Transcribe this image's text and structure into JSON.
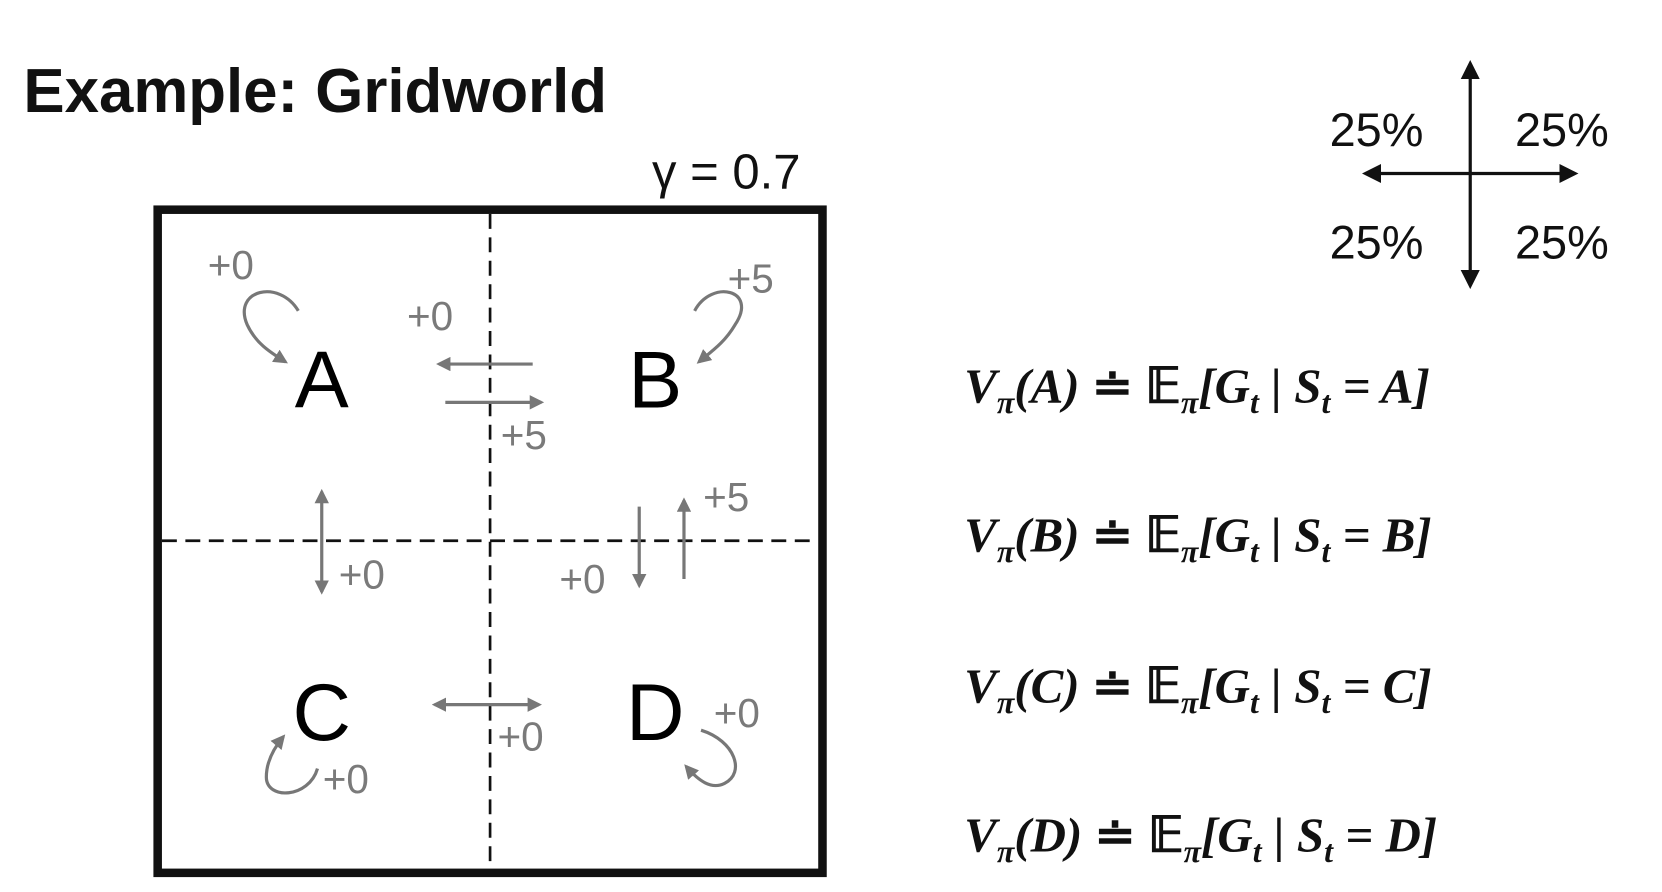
{
  "title": "Example: Gridworld",
  "gamma_label": "γ = 0.7",
  "states": [
    "A",
    "B",
    "C",
    "D"
  ],
  "rewards": {
    "a_self": "+0",
    "b_to_a": "+0",
    "a_to_b": "+5",
    "b_self": "+5",
    "d_to_b": "+5",
    "a_c": "+0",
    "b_to_d": "+0",
    "c_d": "+0",
    "d_self": "+0",
    "c_self": "+0"
  },
  "policy": {
    "up_left": "25%",
    "up_right": "25%",
    "down_left": "25%",
    "down_right": "25%"
  },
  "equations": [
    {
      "v": "V",
      "pi": "π",
      "arg": "(A)",
      "rel": " ≐ ",
      "e": "𝔼",
      "epi": "π",
      "g": "[G",
      "t": "t",
      "bar": " | S",
      "t2": "t",
      "tail": " = A]"
    },
    {
      "v": "V",
      "pi": "π",
      "arg": "(B)",
      "rel": " ≐ ",
      "e": "𝔼",
      "epi": "π",
      "g": "[G",
      "t": "t",
      "bar": " | S",
      "t2": "t",
      "tail": " = B]"
    },
    {
      "v": "V",
      "pi": "π",
      "arg": "(C)",
      "rel": " ≐ ",
      "e": "𝔼",
      "epi": "π",
      "g": "[G",
      "t": "t",
      "bar": " | S",
      "t2": "t",
      "tail": " = C]"
    },
    {
      "v": "V",
      "pi": "π",
      "arg": "(D)",
      "rel": " ≐ ",
      "e": "𝔼",
      "epi": "π",
      "g": "[G",
      "t": "t",
      "bar": " | S",
      "t2": "t",
      "tail": " = D]"
    }
  ],
  "colors": {
    "arrow_gray": "#777777",
    "ink": "#111111"
  }
}
